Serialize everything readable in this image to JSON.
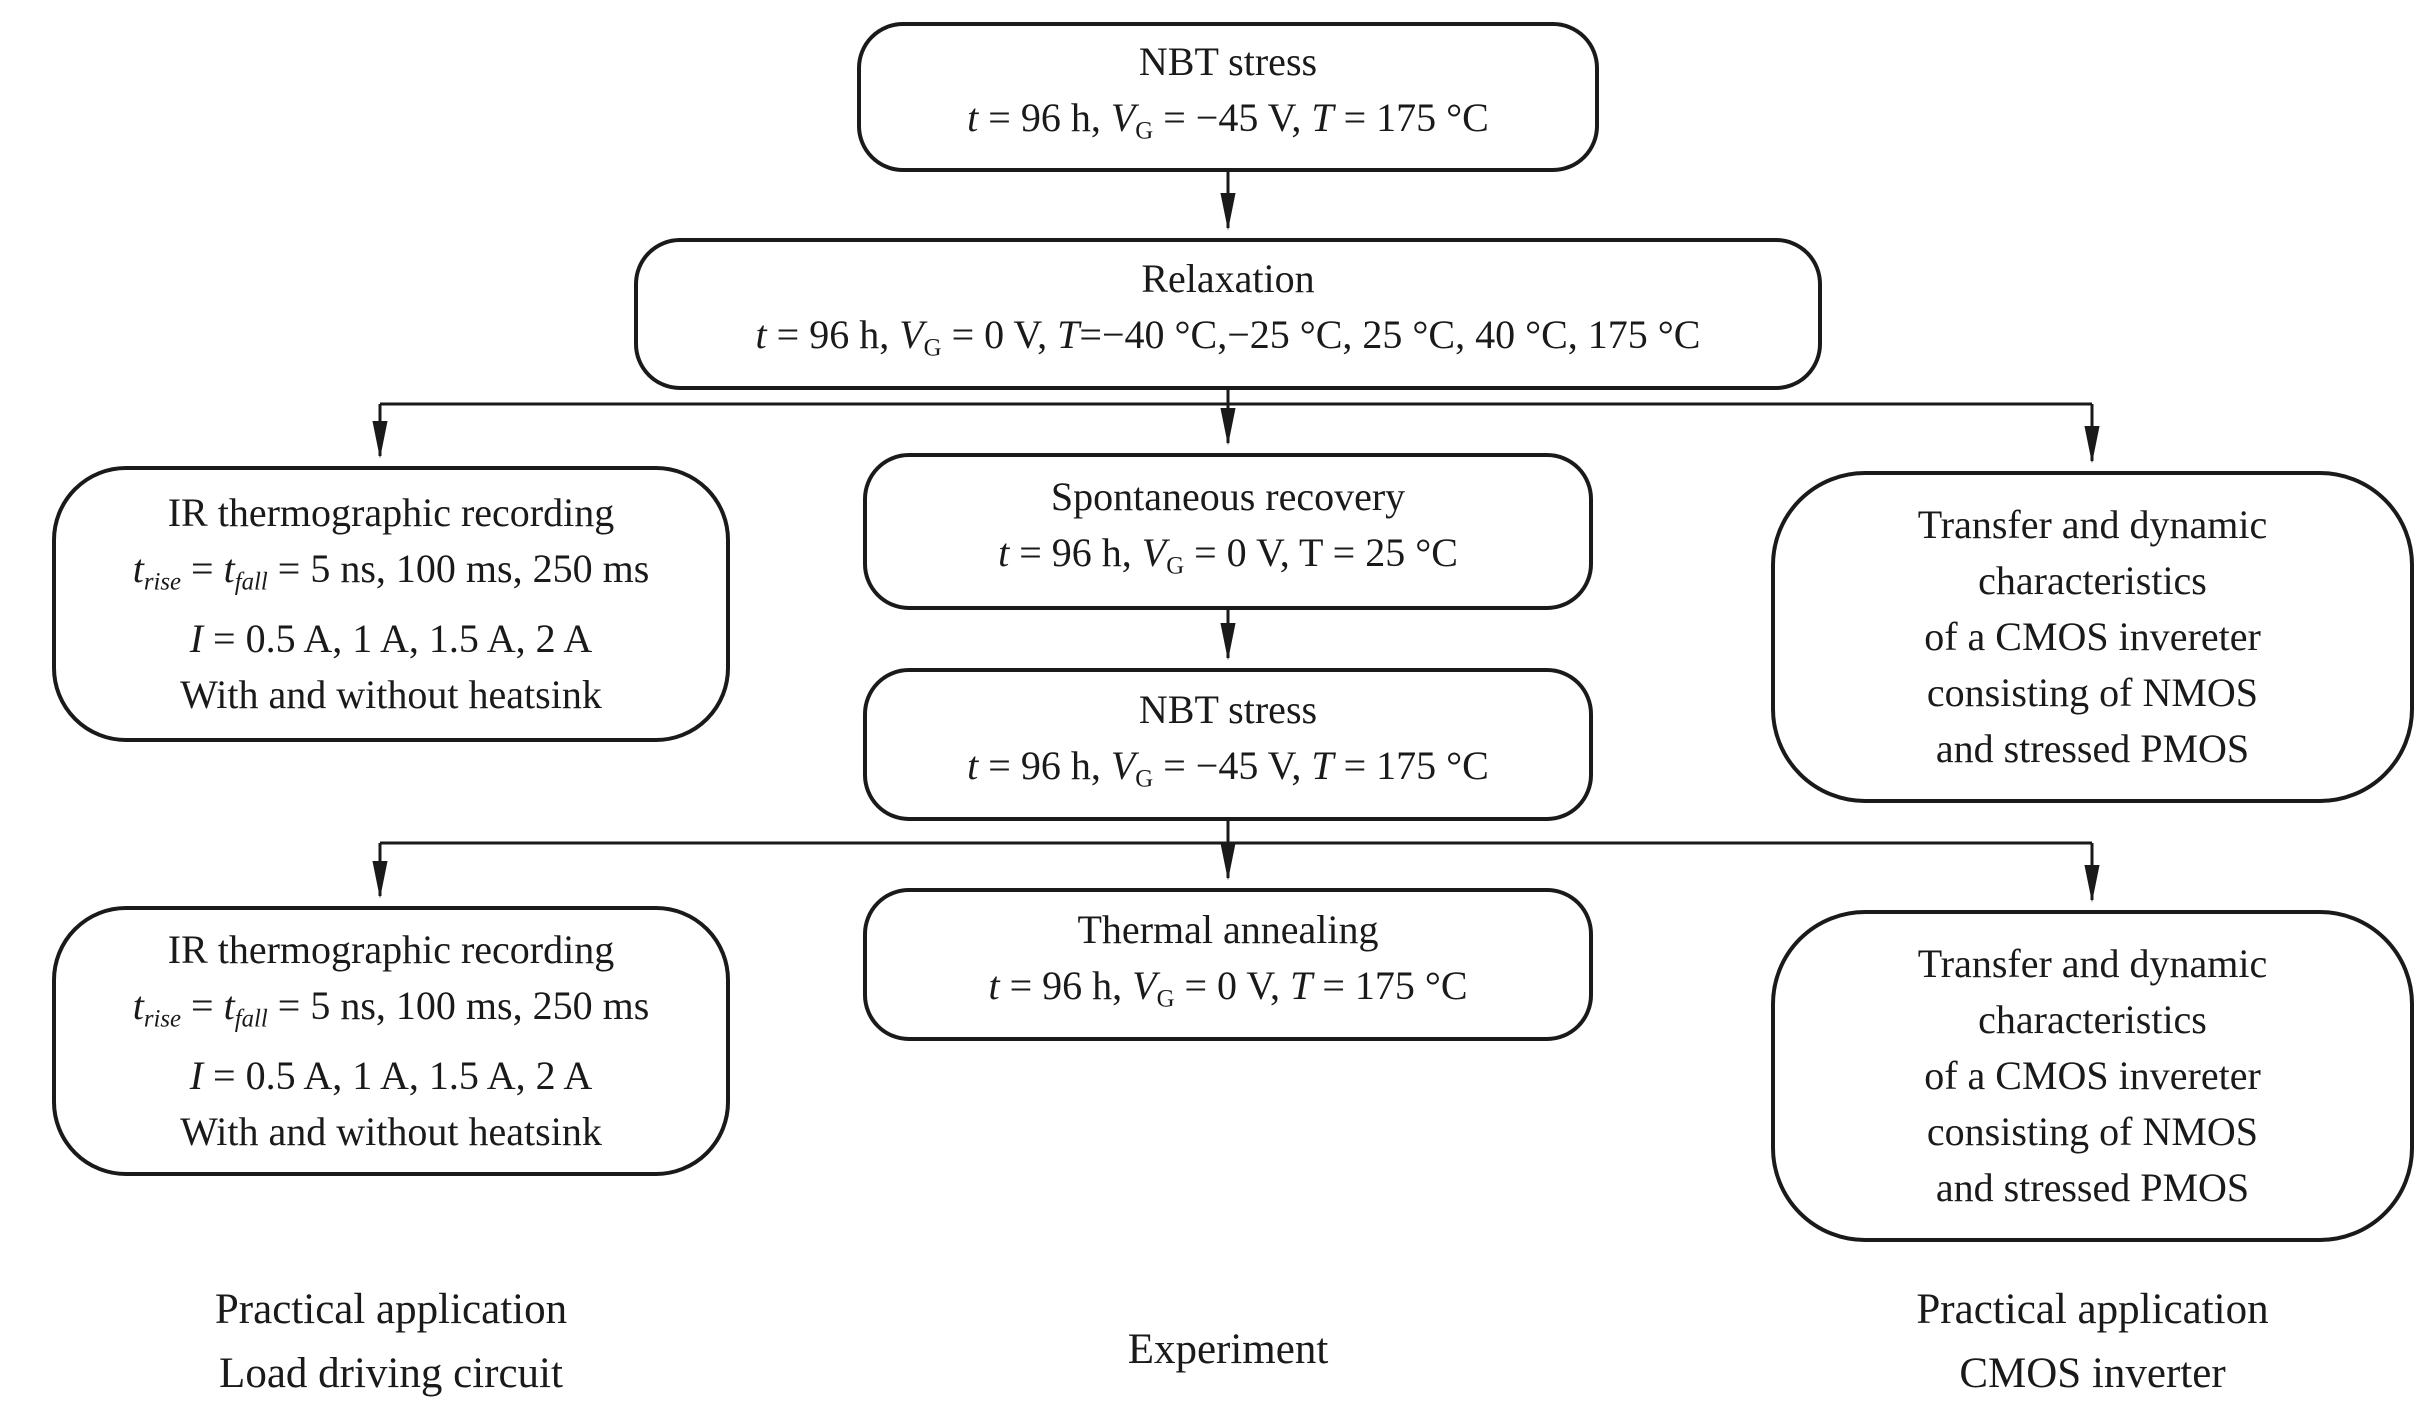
{
  "colors": {
    "background": "#ffffff",
    "line": "#1a1a1a",
    "text": "#1a1a1a"
  },
  "diagram": {
    "nodes": {
      "nbt_stress": {
        "lines": [
          [
            {
              "t": "NBT stress"
            }
          ],
          [
            {
              "t": "t",
              "s": "i"
            },
            {
              "t": " = 96 h, "
            },
            {
              "t": "V",
              "s": "i"
            },
            {
              "t": "G",
              "s": "sub"
            },
            {
              "t": " = −45 V, "
            },
            {
              "t": "T",
              "s": "i"
            },
            {
              "t": " = 175 °C"
            }
          ]
        ]
      },
      "relaxation": {
        "lines": [
          [
            {
              "t": "Relaxation"
            }
          ],
          [
            {
              "t": "t",
              "s": "i"
            },
            {
              "t": " = 96 h, "
            },
            {
              "t": "V",
              "s": "i"
            },
            {
              "t": "G",
              "s": "sub"
            },
            {
              "t": " = 0 V, "
            },
            {
              "t": "T",
              "s": "i"
            },
            {
              "t": "=−40 °C,−25 °C, 25 °C, 40 °C, 175 °C"
            }
          ]
        ]
      },
      "ir_recording": {
        "lines": [
          [
            {
              "t": "IR thermographic recording"
            }
          ],
          [
            {
              "t": "t",
              "s": "i"
            },
            {
              "t": "rise",
              "s": "subi"
            },
            {
              "t": " = "
            },
            {
              "t": "t",
              "s": "i"
            },
            {
              "t": "fall",
              "s": "subi"
            },
            {
              "t": " = 5 ns, 100 ms, 250 ms"
            }
          ],
          [
            {
              "t": "I",
              "s": "i"
            },
            {
              "t": " = 0.5 A, 1 A, 1.5 A, 2 A"
            }
          ],
          [
            {
              "t": "With and without heatsink"
            }
          ]
        ]
      },
      "spontaneous_recovery": {
        "lines": [
          [
            {
              "t": "Spontaneous recovery"
            }
          ],
          [
            {
              "t": "t",
              "s": "i"
            },
            {
              "t": " = 96 h, "
            },
            {
              "t": "V",
              "s": "i"
            },
            {
              "t": "G",
              "s": "sub"
            },
            {
              "t": " = 0 V, T = 25 °C"
            }
          ]
        ]
      },
      "transfer_characteristics": {
        "lines": [
          [
            {
              "t": "Transfer and dynamic"
            }
          ],
          [
            {
              "t": "characteristics"
            }
          ],
          [
            {
              "t": "of a CMOS invereter"
            }
          ],
          [
            {
              "t": "consisting of NMOS"
            }
          ],
          [
            {
              "t": "and stressed PMOS"
            }
          ]
        ]
      },
      "thermal_annealing": {
        "lines": [
          [
            {
              "t": "Thermal annealing"
            }
          ],
          [
            {
              "t": "t",
              "s": "i"
            },
            {
              "t": " = 96 h, "
            },
            {
              "t": "V",
              "s": "i"
            },
            {
              "t": "G",
              "s": "sub"
            },
            {
              "t": " = 0 V, "
            },
            {
              "t": "T",
              "s": "i"
            },
            {
              "t": " = 175 °C"
            }
          ]
        ]
      }
    },
    "edges": [
      {
        "from": "nbt_stress_1",
        "to": "relaxation"
      },
      {
        "from": "relaxation",
        "to": "ir_recording_1"
      },
      {
        "from": "relaxation",
        "to": "spontaneous_recovery"
      },
      {
        "from": "relaxation",
        "to": "transfer_characteristics_1"
      },
      {
        "from": "spontaneous_recovery",
        "to": "nbt_stress_2"
      },
      {
        "from": "nbt_stress_2",
        "to": "ir_recording_2"
      },
      {
        "from": "nbt_stress_2",
        "to": "thermal_annealing"
      },
      {
        "from": "nbt_stress_2",
        "to": "transfer_characteristics_2"
      }
    ],
    "labels": {
      "practical_left": [
        "Practical application",
        "Load driving circuit"
      ],
      "experiment": [
        "Experiment"
      ],
      "practical_right": [
        "Practical application",
        "CMOS inverter"
      ]
    }
  }
}
